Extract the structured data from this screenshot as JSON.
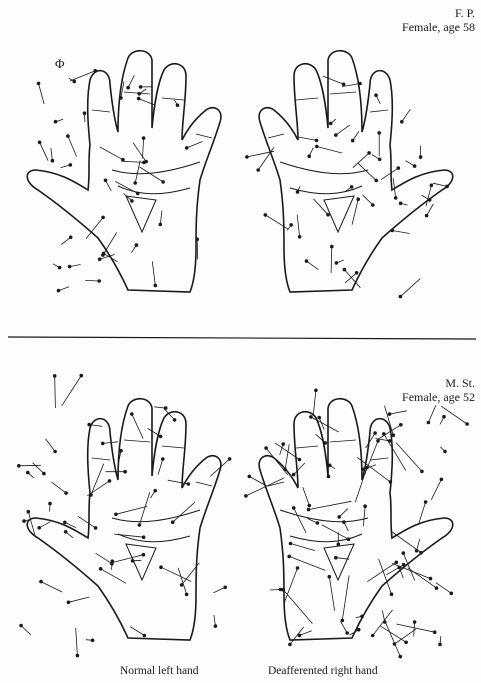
{
  "top_panel": {
    "initials": "F. P.",
    "subject": "Female, age 58",
    "corner_mark": "Φ"
  },
  "bottom_panel": {
    "initials": "M. St.",
    "subject": "Female, age 52"
  },
  "captions": {
    "left": "Normal left hand",
    "right": "Deafferented right hand"
  }
}
